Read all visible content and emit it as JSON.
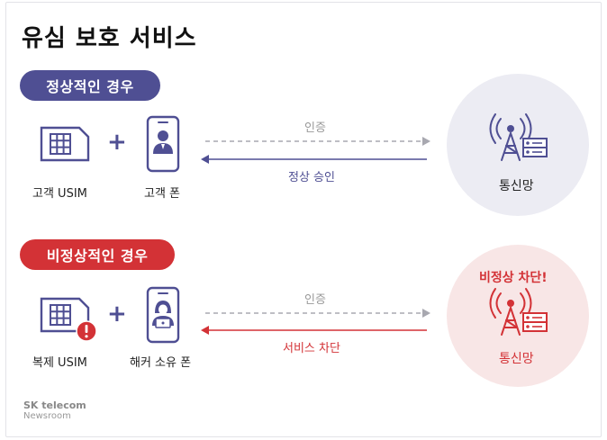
{
  "title": "유심 보호 서비스",
  "normal_case": {
    "badge": "정상적인 경우",
    "usim_label": "고객 USIM",
    "phone_label": "고객 폰",
    "auth_label": "인증",
    "result_label": "정상 승인",
    "network_label": "통신망"
  },
  "abnormal_case": {
    "badge": "비정상적인 경우",
    "usim_label": "복제 USIM",
    "phone_label": "해커 소유 폰",
    "auth_label": "인증",
    "result_label": "서비스 차단",
    "network_alert": "비정상 차단!",
    "network_label": "통신망"
  },
  "plus_symbol": "+",
  "logo": {
    "brand": "SK telecom",
    "sub": "Newsroom"
  },
  "colors": {
    "navy": "#4f4f93",
    "red": "#d33236",
    "gray_arrow": "#a8a8b0",
    "circle_normal": "#ececf3",
    "circle_abnormal": "#f8e6e6"
  }
}
